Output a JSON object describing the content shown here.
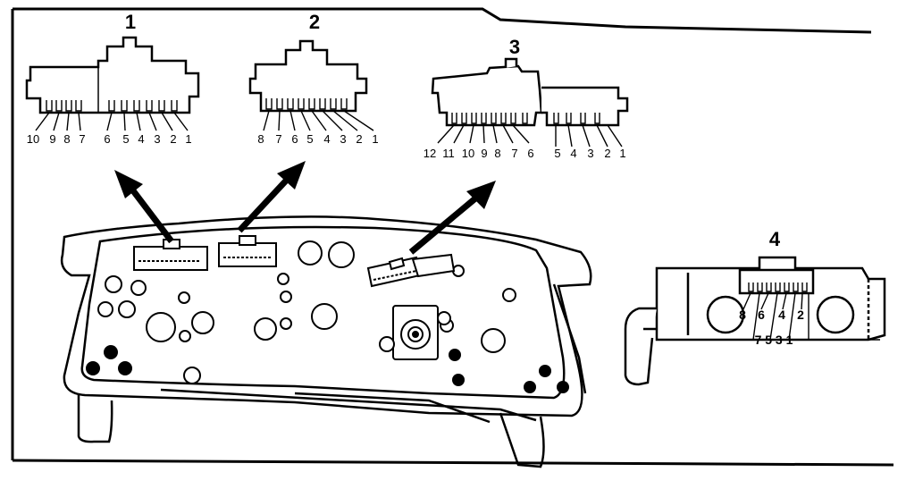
{
  "diagram": {
    "connectors": [
      {
        "label": "1",
        "pins": [
          "10",
          "9",
          "8",
          "7",
          "6",
          "5",
          "4",
          "3",
          "2",
          "1"
        ]
      },
      {
        "label": "2",
        "pins": [
          "8",
          "7",
          "6",
          "5",
          "4",
          "3",
          "2",
          "1"
        ]
      },
      {
        "label": "3",
        "pins": [
          "12",
          "11",
          "10",
          "9",
          "8",
          "7",
          "6",
          "5",
          "4",
          "3",
          "2",
          "1"
        ]
      },
      {
        "label": "4",
        "top_pins": [
          "8",
          "6",
          "4",
          "2"
        ],
        "bottom_pins": "7 5 3 1"
      }
    ]
  }
}
